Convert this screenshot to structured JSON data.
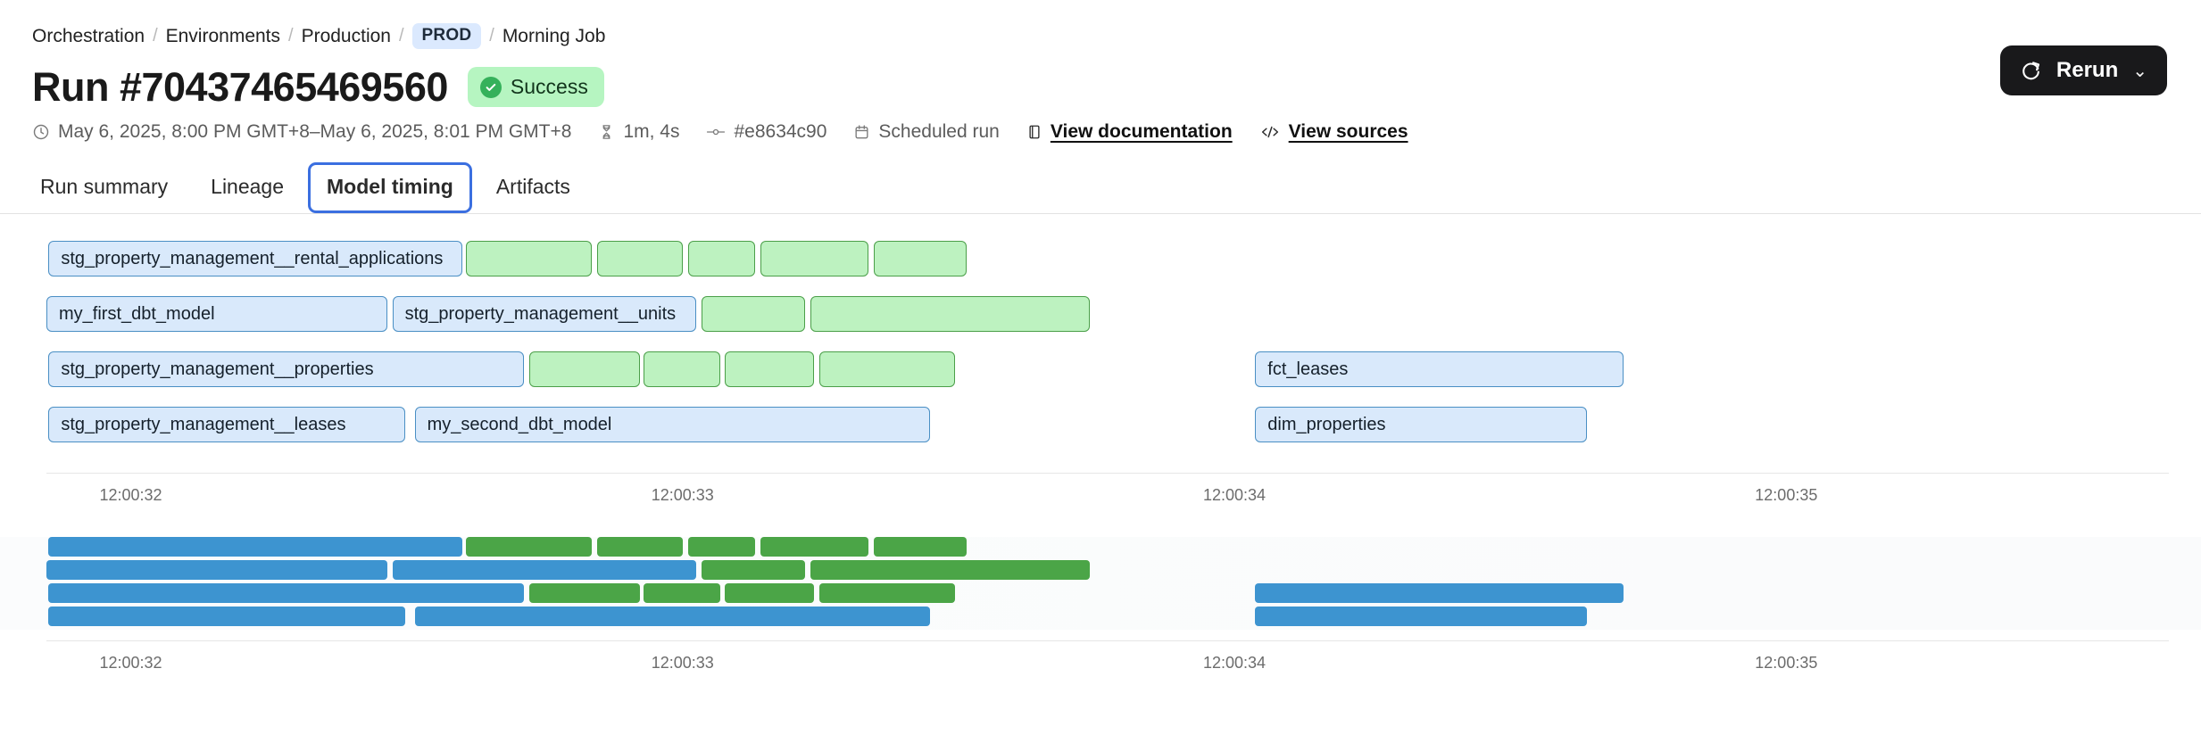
{
  "breadcrumb": {
    "items": [
      {
        "label": "Orchestration",
        "type": "link"
      },
      {
        "label": "Environments",
        "type": "link"
      },
      {
        "label": "Production",
        "type": "link"
      },
      {
        "label": "PROD",
        "type": "badge"
      },
      {
        "label": "Morning Job",
        "type": "current"
      }
    ],
    "separator": "/"
  },
  "header": {
    "title": "Run #70437465469560",
    "status": {
      "label": "Success",
      "icon": "check-circle-icon",
      "bg": "#b6f5c1",
      "fg": "#12351c",
      "dot": "#35b15b"
    },
    "rerun": {
      "label": "Rerun",
      "icon": "refresh-icon",
      "chevron": "⌄",
      "bg": "#19191b"
    }
  },
  "meta": [
    {
      "icon": "clock-icon",
      "text": "May 6, 2025, 8:00 PM GMT+8–May 6, 2025, 8:01 PM GMT+8",
      "emphasis": false
    },
    {
      "icon": "hourglass-icon",
      "text": "1m, 4s",
      "emphasis": false
    },
    {
      "icon": "commit-icon",
      "text": "#e8634c90",
      "emphasis": false
    },
    {
      "icon": "calendar-icon",
      "text": "Scheduled run",
      "emphasis": false
    },
    {
      "icon": "book-icon",
      "text": "View documentation",
      "emphasis": true
    },
    {
      "icon": "code-icon",
      "text": "View sources",
      "emphasis": true
    }
  ],
  "tabs": [
    {
      "label": "Run summary",
      "active": false
    },
    {
      "label": "Lineage",
      "active": false
    },
    {
      "label": "Model timing",
      "active": true
    },
    {
      "label": "Artifacts",
      "active": false
    }
  ],
  "chart_data": {
    "type": "bar",
    "title": "Model timing",
    "xlabel": "",
    "ylabel": "",
    "grid": false,
    "legend": null,
    "axis_ticks": [
      "12:00:32",
      "12:00:33",
      "12:00:34",
      "12:00:35"
    ],
    "axis_tick_positions_pct": [
      2.5,
      28.5,
      54.5,
      80.5
    ],
    "colors": {
      "model_fill": "#d9e9fb",
      "model_border": "#4a8fc4",
      "test_fill": "#bdf2c0",
      "test_border": "#4b9f49",
      "minimap_model": "#3d94d0",
      "minimap_test": "#4ba547"
    },
    "detail_rows": [
      {
        "index": 0,
        "bars": [
          {
            "label": "stg_property_management__rental_applications",
            "kind": "model",
            "left_pct": 0.1,
            "width_pct": 19.5
          },
          {
            "label": "",
            "kind": "test",
            "left_pct": 19.75,
            "width_pct": 5.95
          },
          {
            "label": "",
            "kind": "test",
            "left_pct": 25.95,
            "width_pct": 4.05
          },
          {
            "label": "",
            "kind": "test",
            "left_pct": 30.25,
            "width_pct": 3.15
          },
          {
            "label": "",
            "kind": "test",
            "left_pct": 33.65,
            "width_pct": 5.1
          },
          {
            "label": "",
            "kind": "test",
            "left_pct": 39.0,
            "width_pct": 4.35
          }
        ]
      },
      {
        "index": 1,
        "bars": [
          {
            "label": "my_first_dbt_model",
            "kind": "model",
            "left_pct": 0.0,
            "width_pct": 16.05
          },
          {
            "label": "stg_property_management__units",
            "kind": "model",
            "left_pct": 16.3,
            "width_pct": 14.3
          },
          {
            "label": "",
            "kind": "test",
            "left_pct": 30.85,
            "width_pct": 4.9
          },
          {
            "label": "",
            "kind": "test",
            "left_pct": 36.0,
            "width_pct": 13.15
          }
        ]
      },
      {
        "index": 2,
        "bars": [
          {
            "label": "stg_property_management__properties",
            "kind": "model",
            "left_pct": 0.1,
            "width_pct": 22.4
          },
          {
            "label": "",
            "kind": "test",
            "left_pct": 22.75,
            "width_pct": 5.2
          },
          {
            "label": "",
            "kind": "test",
            "left_pct": 28.15,
            "width_pct": 3.6
          },
          {
            "label": "",
            "kind": "test",
            "left_pct": 31.95,
            "width_pct": 4.2
          },
          {
            "label": "",
            "kind": "test",
            "left_pct": 36.4,
            "width_pct": 6.4
          },
          {
            "label": "fct_leases",
            "kind": "model",
            "left_pct": 56.95,
            "width_pct": 17.35
          }
        ]
      },
      {
        "index": 3,
        "bars": [
          {
            "label": "stg_property_management__leases",
            "kind": "model",
            "left_pct": 0.1,
            "width_pct": 16.8
          },
          {
            "label": "my_second_dbt_model",
            "kind": "model",
            "left_pct": 17.35,
            "width_pct": 24.3
          },
          {
            "label": "dim_properties",
            "kind": "model",
            "left_pct": 56.95,
            "width_pct": 15.65
          }
        ]
      }
    ],
    "overview_rows": [
      {
        "index": 0,
        "bars": [
          {
            "kind": "model",
            "left_pct": 0.1,
            "width_pct": 19.5
          },
          {
            "kind": "test",
            "left_pct": 19.75,
            "width_pct": 5.95
          },
          {
            "kind": "test",
            "left_pct": 25.95,
            "width_pct": 4.05
          },
          {
            "kind": "test",
            "left_pct": 30.25,
            "width_pct": 3.15
          },
          {
            "kind": "test",
            "left_pct": 33.65,
            "width_pct": 5.1
          },
          {
            "kind": "test",
            "left_pct": 39.0,
            "width_pct": 4.35
          }
        ]
      },
      {
        "index": 1,
        "bars": [
          {
            "kind": "model",
            "left_pct": 0.0,
            "width_pct": 16.05
          },
          {
            "kind": "model",
            "left_pct": 16.3,
            "width_pct": 14.3
          },
          {
            "kind": "test",
            "left_pct": 30.85,
            "width_pct": 4.9
          },
          {
            "kind": "test",
            "left_pct": 36.0,
            "width_pct": 13.15
          }
        ]
      },
      {
        "index": 2,
        "bars": [
          {
            "kind": "model",
            "left_pct": 0.1,
            "width_pct": 22.4
          },
          {
            "kind": "test",
            "left_pct": 22.75,
            "width_pct": 5.2
          },
          {
            "kind": "test",
            "left_pct": 28.15,
            "width_pct": 3.6
          },
          {
            "kind": "test",
            "left_pct": 31.95,
            "width_pct": 4.2
          },
          {
            "kind": "test",
            "left_pct": 36.4,
            "width_pct": 6.4
          },
          {
            "kind": "model",
            "left_pct": 56.95,
            "width_pct": 17.35
          }
        ]
      },
      {
        "index": 3,
        "bars": [
          {
            "kind": "model",
            "left_pct": 0.1,
            "width_pct": 16.8
          },
          {
            "kind": "model",
            "left_pct": 17.35,
            "width_pct": 24.3
          },
          {
            "kind": "model",
            "left_pct": 56.95,
            "width_pct": 15.65
          }
        ]
      }
    ],
    "overview_axis_ticks": [
      "12:00:32",
      "12:00:33",
      "12:00:34",
      "12:00:35"
    ]
  }
}
